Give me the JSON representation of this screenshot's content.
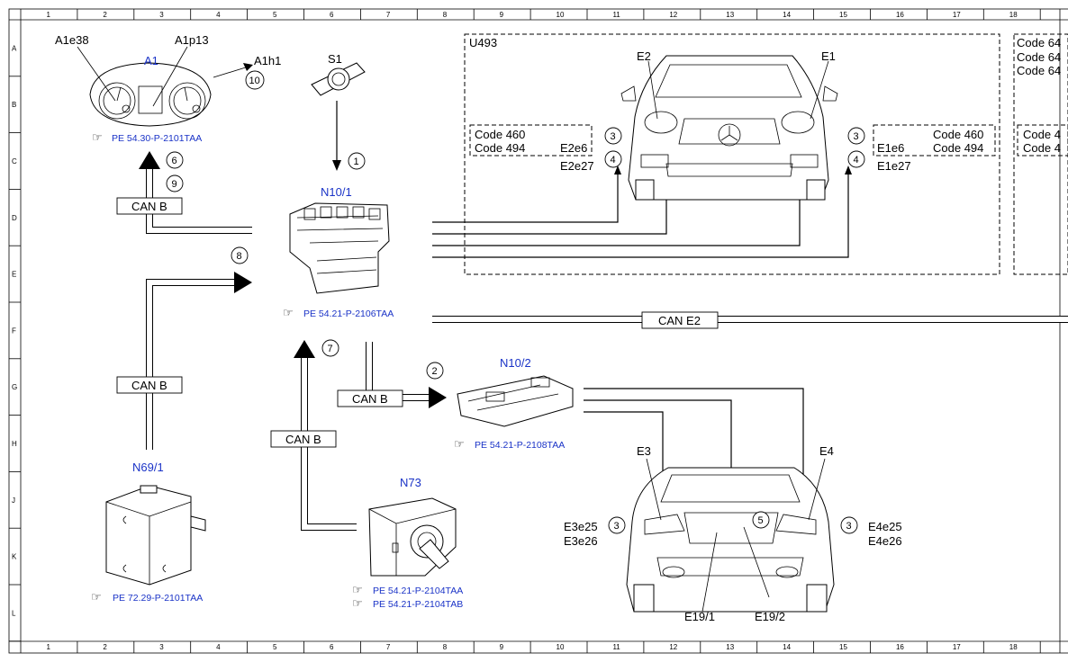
{
  "grid": {
    "columns": [
      "1",
      "2",
      "3",
      "4",
      "5",
      "6",
      "7",
      "8",
      "9",
      "10",
      "11",
      "12",
      "13",
      "14",
      "15",
      "16",
      "17",
      "18"
    ],
    "rows": [
      "A",
      "B",
      "C",
      "D",
      "E",
      "F",
      "G",
      "H",
      "J",
      "K",
      "L"
    ]
  },
  "components": {
    "a1": {
      "label": "A1",
      "sub1": "A1e38",
      "sub2": "A1p13",
      "sub3": "A1h1",
      "ref": "PE 54.30-P-2101TAA"
    },
    "s1": {
      "label": "S1"
    },
    "n10_1": {
      "label": "N10/1",
      "ref": "PE 54.21-P-2106TAA"
    },
    "n10_2": {
      "label": "N10/2",
      "ref": "PE 54.21-P-2108TAA"
    },
    "n69_1": {
      "label": "N69/1",
      "ref": "PE 72.29-P-2101TAA"
    },
    "n73": {
      "label": "N73",
      "ref1": "PE 54.21-P-2104TAA",
      "ref2": "PE 54.21-P-2104TAB"
    }
  },
  "bus_labels": {
    "can_b_1": "CAN B",
    "can_b_2": "CAN B",
    "can_b_3": "CAN B",
    "can_b_4": "CAN B",
    "can_e2": "CAN E2"
  },
  "callouts": {
    "c1": "1",
    "c2": "2",
    "c3a": "3",
    "c3b": "3",
    "c3c": "3",
    "c3d": "3",
    "c4a": "4",
    "c4b": "4",
    "c5": "5",
    "c6": "6",
    "c7": "7",
    "c8": "8",
    "c9": "9",
    "c10": "10"
  },
  "front": {
    "region": "U493",
    "e2": "E2",
    "e1": "E1",
    "left_codes": [
      "Code 460",
      "Code 494"
    ],
    "left_sub": [
      "E2e6",
      "E2e27"
    ],
    "right_codes": [
      "Code 460",
      "Code 494"
    ],
    "right_sub": [
      "E1e6",
      "E1e27"
    ],
    "far_right": [
      "Code 64",
      "Code 64",
      "Code 64"
    ],
    "far_right_box": [
      "Code 4",
      "Code 4"
    ]
  },
  "rear": {
    "e3": "E3",
    "e4": "E4",
    "left_sub": [
      "E3e25",
      "E3e26"
    ],
    "right_sub": [
      "E4e25",
      "E4e26"
    ],
    "e19_1": "E19/1",
    "e19_2": "E19/2"
  },
  "colors": {
    "link_blue": "#1a33c7",
    "line": "#000000"
  }
}
